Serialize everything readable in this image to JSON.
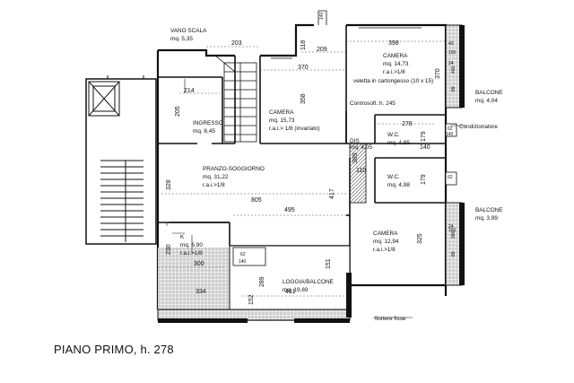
{
  "title": "PIANO PRIMO, h. 278",
  "rooms": {
    "vano_scala": {
      "name": "VANO SCALA",
      "area": "mq. 5,35"
    },
    "ingresso": {
      "name": "INGRESSO",
      "area": "mq. 8,45"
    },
    "camera1": {
      "name": "CAMERA",
      "area": "mq. 15,73",
      "rai": "r.a.i.> 1/8 (invariato)"
    },
    "camera2": {
      "name": "CAMERA",
      "area": "mq. 14,73",
      "rai": "r.a.i.>1/8",
      "note": "veletta in cartongesso (10 x 15)"
    },
    "controsoffitto": "Controsoft. h. 245",
    "dis": {
      "name": "DIS",
      "area": "mq. 4,05"
    },
    "wc1": {
      "name": "W.C.",
      "area": "mq. 4,85"
    },
    "wc2": {
      "name": "W.C.",
      "area": "mq. 4,98"
    },
    "pranzo": {
      "name": "PRANZO-SOGGIORNO",
      "area": "mq. 31,22",
      "rai": "r.a.i.>1/8"
    },
    "k": {
      "name": "K",
      "area": "mq. 6,90",
      "rai": "r.a.i.>1/8"
    },
    "camera3": {
      "name": "CAMERA",
      "area": "mq. 12,94",
      "rai": "r.a.i.>1/8"
    },
    "loggia": {
      "name": "LOGGIA/BALCONE",
      "area": "mq. 19,69"
    },
    "balcone1": {
      "name": "BALCONE",
      "area": "mq. 4,04"
    },
    "balcone2": {
      "name": "BALCONE",
      "area": "mq. 3,99"
    },
    "condizionatore": "Condizionatore",
    "fioriere": "fioriere fisse"
  },
  "dims": {
    "d203": "203",
    "d209": "209",
    "d398": "398",
    "d118": "118",
    "d140a": "140",
    "d370a": "370",
    "d370b": "370",
    "d358": "358",
    "d214": "214",
    "d205": "205",
    "d278": "278",
    "d179a": "179",
    "d140b": "140",
    "d389": "389",
    "d110": "110",
    "d179b": "179",
    "d328": "328",
    "d805": "805",
    "d417": "417",
    "d495": "495",
    "d325": "325",
    "d230": "230",
    "d300": "300",
    "d334": "334",
    "d461": "461",
    "d152": "152",
    "d289": "289",
    "d151": "151",
    "d62a": "62",
    "d62b": "62",
    "d62c": "62",
    "d140c": "140",
    "d140d": "140",
    "d400": "400",
    "d89a": "89",
    "d89b": "89",
    "d396": "396",
    "d24a": "24",
    "d24b": "24",
    "d100": "100",
    "d160": "160",
    "d40": "40"
  }
}
